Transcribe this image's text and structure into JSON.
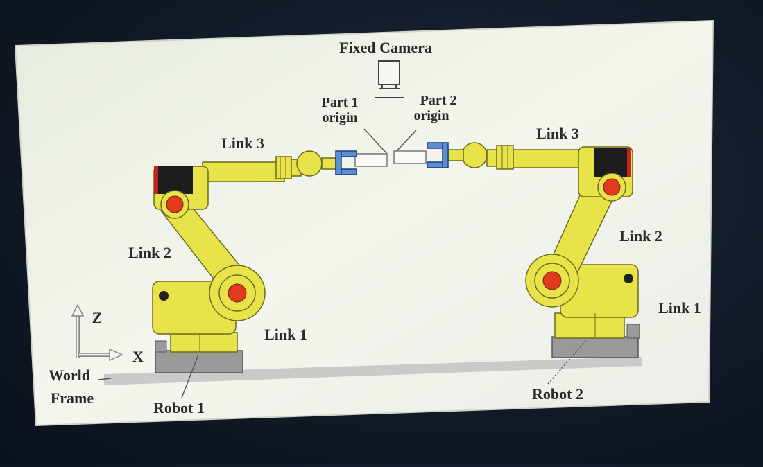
{
  "labels": {
    "fixed_camera": "Fixed Camera",
    "part1_line1": "Part 1",
    "part1_line2": "origin",
    "part2_line1": "Part 2",
    "part2_line2": "origin",
    "left_link3": "Link 3",
    "left_link2": "Link 2",
    "left_link1": "Link 1",
    "right_link3": "Link 3",
    "right_link2": "Link 2",
    "right_link1": "Link 1",
    "axis_z": "Z",
    "axis_x": "X",
    "world_line1": "World",
    "world_line2": "Frame",
    "robot1": "Robot 1",
    "robot2": "Robot 2"
  },
  "colors": {
    "robot_yellow": "#e9e34a",
    "joint_red": "#e23a1f",
    "gripper_blue": "#5a8fd6",
    "base_gray": "#9a9a9a",
    "panel_bg": "#eef2e6"
  }
}
